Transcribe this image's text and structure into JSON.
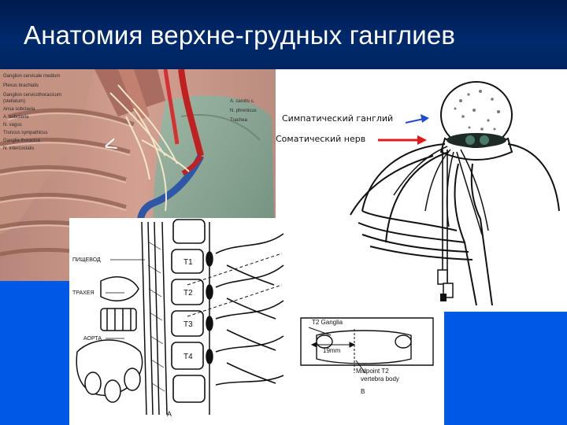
{
  "slide": {
    "title": "Анатомия верхне-грудных ганглиев",
    "colors": {
      "title_bar": "#002a6e",
      "title_text": "#ffffff",
      "accent_blue_blocks": "#0059e6",
      "arrow_blue": "#1f4ccf",
      "arrow_red": "#e11919"
    }
  },
  "anatomy_figure": {
    "labels_left": [
      "Ganglion cervicale medium",
      "Plexus brachialis",
      "Ganglion cervicothoracicum",
      "(stellatum)",
      "Ansa subclavia",
      "A. subclavia",
      "N. vagus",
      "Truncus sympathicus",
      "Ganglia thoracica",
      "N. intercostalis"
    ],
    "labels_right": [
      "A. carotis c.",
      "N. phrenicus",
      "Trachea"
    ],
    "marker": "<"
  },
  "cross_section_figure": {
    "label_ganglion": "Симпатический ганглий",
    "label_nerve": "Соматический нерв"
  },
  "spine_figure": {
    "labels": [
      "ПИЩЕВОД",
      "ТРАХЕЯ",
      "АОРТА"
    ],
    "vertebrae": [
      "T1",
      "T2",
      "T3",
      "T4"
    ],
    "caption": "A"
  },
  "inset_figure": {
    "label_ganglia": "T2 Ganglia",
    "measure": "19mm",
    "label_midpoint": "Midpoint T2",
    "label_body": "vertebra body",
    "caption": "B"
  }
}
